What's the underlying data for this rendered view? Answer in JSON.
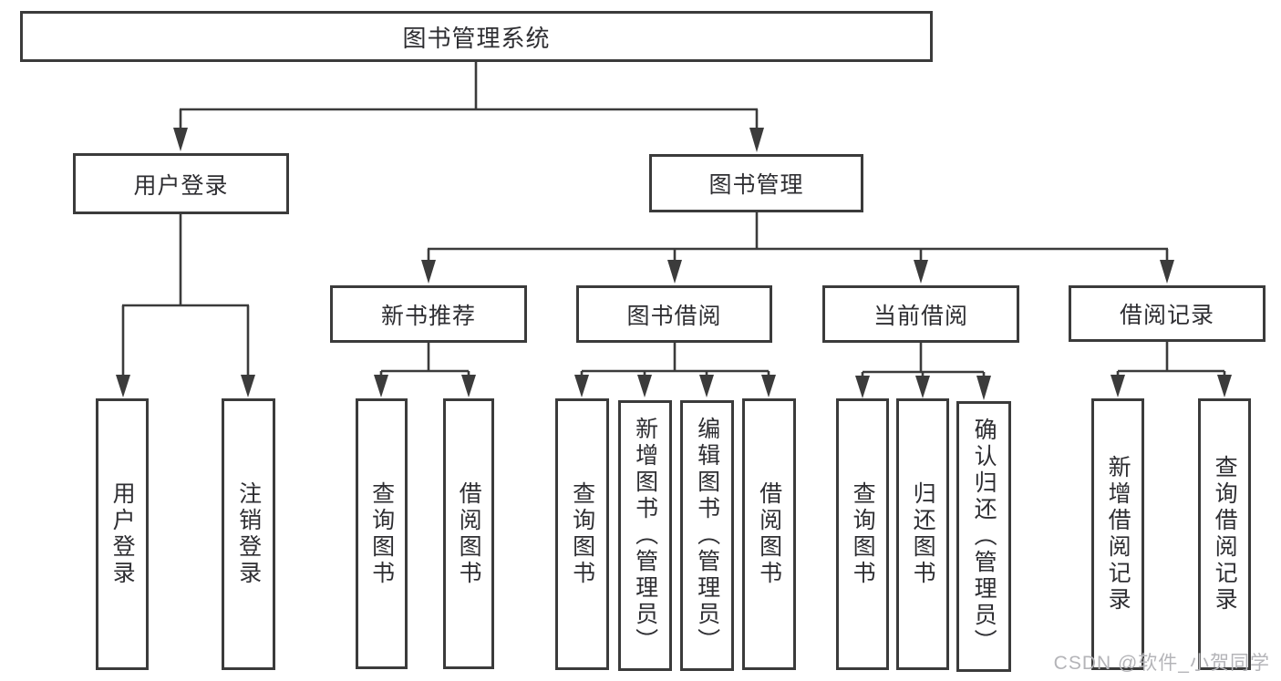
{
  "colors": {
    "line": "#3b3b3b",
    "text": "#2e2e32",
    "watermark": "#b4b4b8",
    "background": "#ffffff"
  },
  "watermark": {
    "text": "CSDN @软件_小贺同学"
  },
  "tree": {
    "root": {
      "label": "图书管理系统"
    },
    "branches": [
      {
        "label": "用户登录",
        "children": [
          {
            "label": "用户登录"
          },
          {
            "label": "注销登录"
          }
        ]
      },
      {
        "label": "图书管理",
        "children": [
          {
            "label": "新书推荐",
            "children": [
              {
                "label": "查询图书"
              },
              {
                "label": "借阅图书"
              }
            ]
          },
          {
            "label": "图书借阅",
            "children": [
              {
                "label": "查询图书"
              },
              {
                "label": "新增图书（管理员）"
              },
              {
                "label": "编辑图书（管理员）"
              },
              {
                "label": "借阅图书"
              }
            ]
          },
          {
            "label": "当前借阅",
            "children": [
              {
                "label": "查询图书"
              },
              {
                "label": "归还图书"
              },
              {
                "label": "确认归还（管理员）"
              }
            ]
          },
          {
            "label": "借阅记录",
            "children": [
              {
                "label": "新增借阅记录"
              },
              {
                "label": "查询借阅记录"
              }
            ]
          }
        ]
      }
    ]
  }
}
